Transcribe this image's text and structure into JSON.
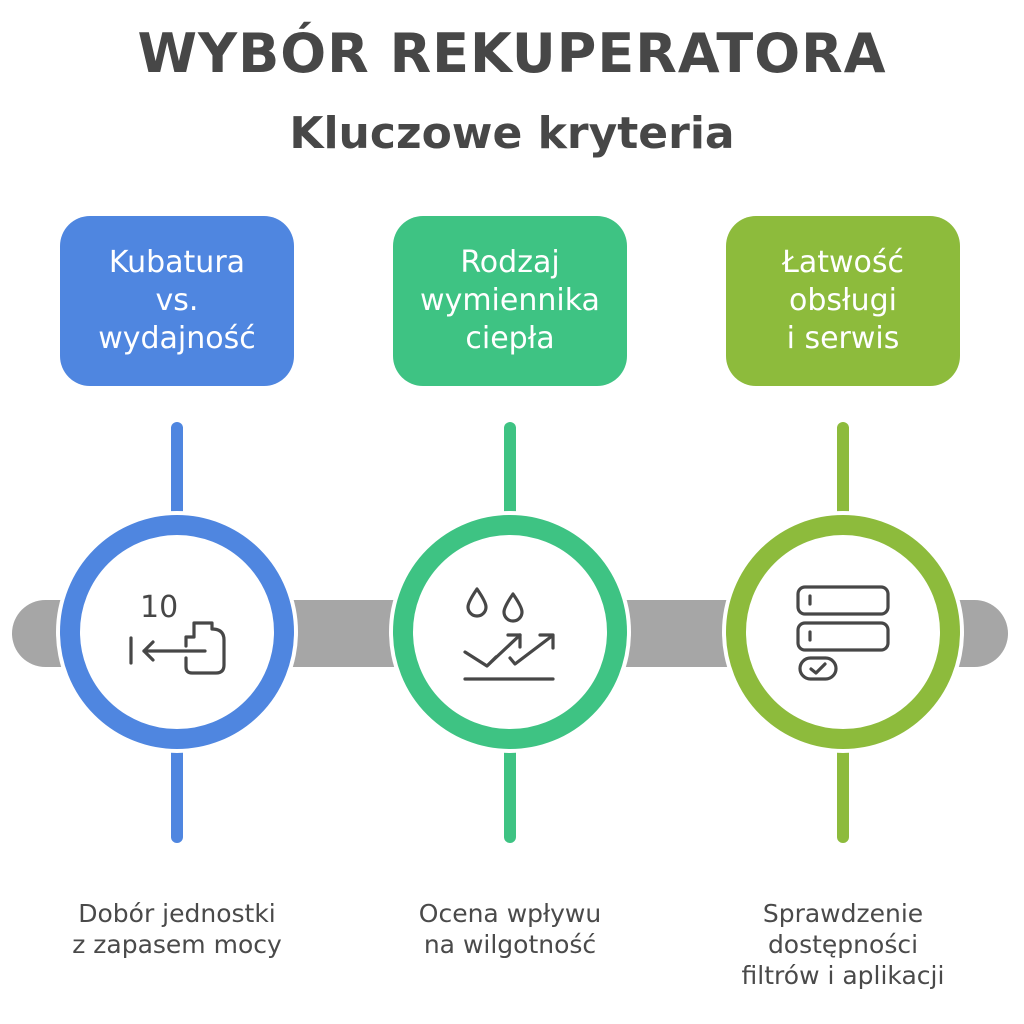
{
  "header": {
    "title": "WYBÓR REKUPERATORA",
    "subtitle": "Kluczowe kryteria"
  },
  "colors": {
    "blue": "#4F86E0",
    "green": "#3EC383",
    "lime": "#8DBB3C",
    "bar": "#A6A6A6",
    "text": "#474747",
    "icon": "#474747"
  },
  "criteria": [
    {
      "label": "Kubatura\nvs.\nwydajność",
      "icon": "volume-capacity-icon",
      "icon_text": "10",
      "description": "Dobór jednostki\nz zapasem mocy"
    },
    {
      "label": "Rodzaj\nwymiennika\nciepła",
      "icon": "humidity-trend-icon",
      "description": "Ocena wpływu\nna wilgotność"
    },
    {
      "label": "Łatwość\nobsługi\ni serwis",
      "icon": "checklist-form-icon",
      "description": "Sprawdzenie\ndostępności\nfiltrów i aplikacji"
    }
  ]
}
